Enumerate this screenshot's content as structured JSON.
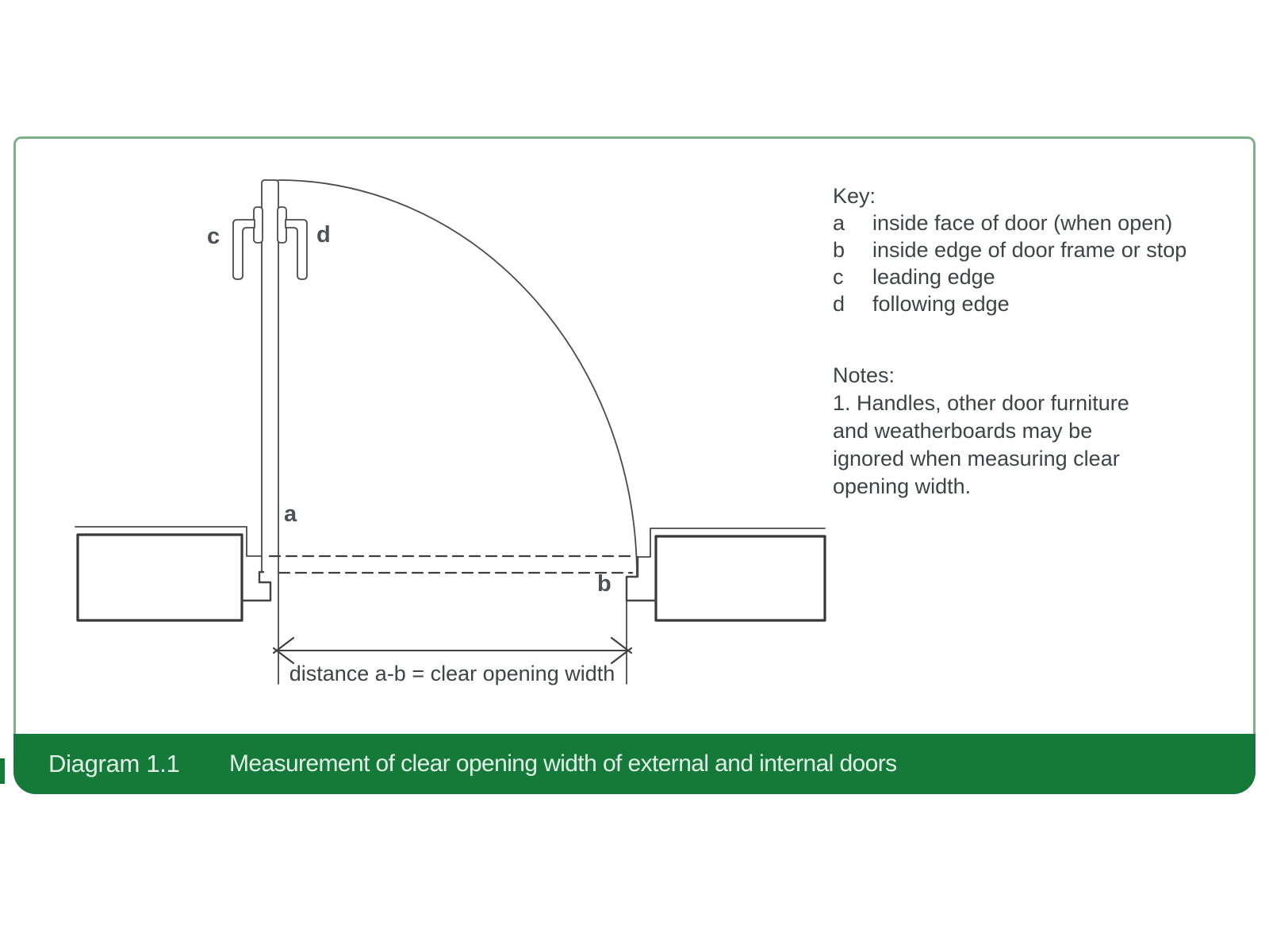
{
  "theme": {
    "banner_green": "#15793a",
    "panel_border_green": "#7ab189",
    "line_color": "#454545",
    "text_color": "#3e4347",
    "label_color": "#4b5158",
    "caption_text": "#e2f1e7"
  },
  "diagram": {
    "labels": {
      "a": "a",
      "b": "b",
      "c": "c",
      "d": "d"
    },
    "dimension_label": "distance a-b = clear opening width"
  },
  "key": {
    "heading": "Key:",
    "items": [
      {
        "letter": "a",
        "text": "inside face of door (when open)"
      },
      {
        "letter": "b",
        "text": "inside edge of door frame or stop"
      },
      {
        "letter": "c",
        "text": "leading edge"
      },
      {
        "letter": "d",
        "text": "following edge"
      }
    ]
  },
  "notes": {
    "heading": "Notes:",
    "lines": [
      "1. Handles, other door furniture",
      "and weatherboards may be",
      "ignored when measuring clear",
      "opening width."
    ]
  },
  "caption": {
    "number": "Diagram 1.1",
    "title": "Measurement of clear opening width of external and internal doors"
  }
}
